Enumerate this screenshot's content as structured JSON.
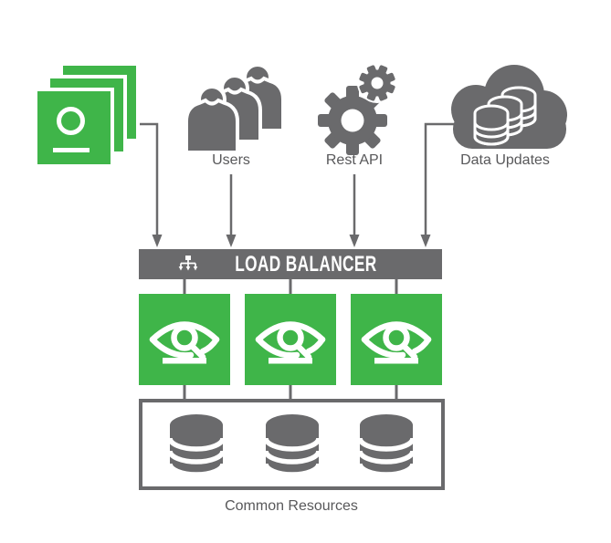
{
  "colors": {
    "green": "#3fb549",
    "gray": "#6a6a6c",
    "text-gray": "#58585a",
    "white": "#ffffff"
  },
  "nodes": {
    "app_stack": {
      "icon": "stacked-screens-icon"
    },
    "users": {
      "label": "Users",
      "icon": "people-icon"
    },
    "rest_api": {
      "label": "Rest API",
      "icon": "gears-icon"
    },
    "data_updates": {
      "label": "Data Updates",
      "icon": "cloud-databases-icon"
    },
    "load_balancer": {
      "label": "LOAD BALANCER",
      "icon": "distribution-tree-icon"
    },
    "workers": {
      "count": 3,
      "icon": "eye-icon"
    },
    "common_resources": {
      "label": "Common Resources",
      "count": 3,
      "icon": "database-icon"
    }
  }
}
